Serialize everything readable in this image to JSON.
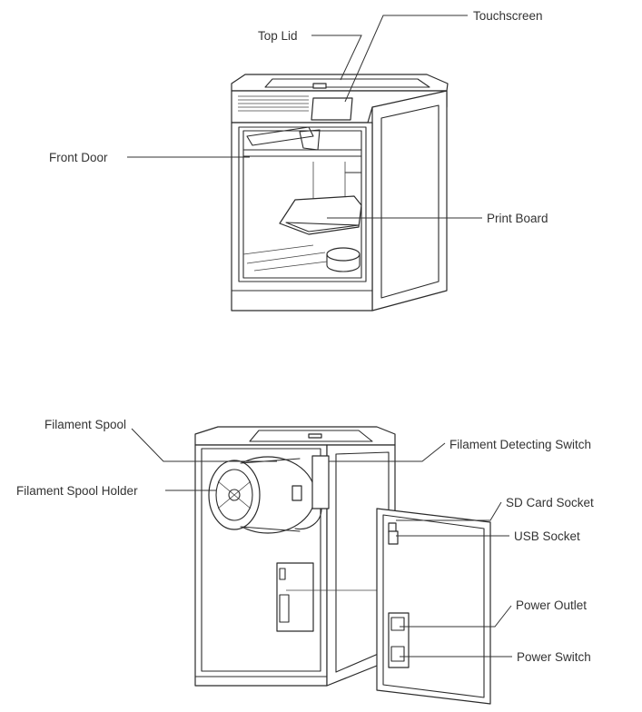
{
  "labels": {
    "top_lid": "Top Lid",
    "touchscreen": "Touchscreen",
    "front_door": "Front Door",
    "print_board": "Print Board",
    "filament_spool": "Filament Spool",
    "filament_spool_holder": "Filament Spool Holder",
    "filament_detecting_switch": "Filament Detecting Switch",
    "sd_card_socket": "SD Card Socket",
    "usb_socket": "USB Socket",
    "power_outlet": "Power Outlet",
    "power_switch": "Power Switch"
  }
}
